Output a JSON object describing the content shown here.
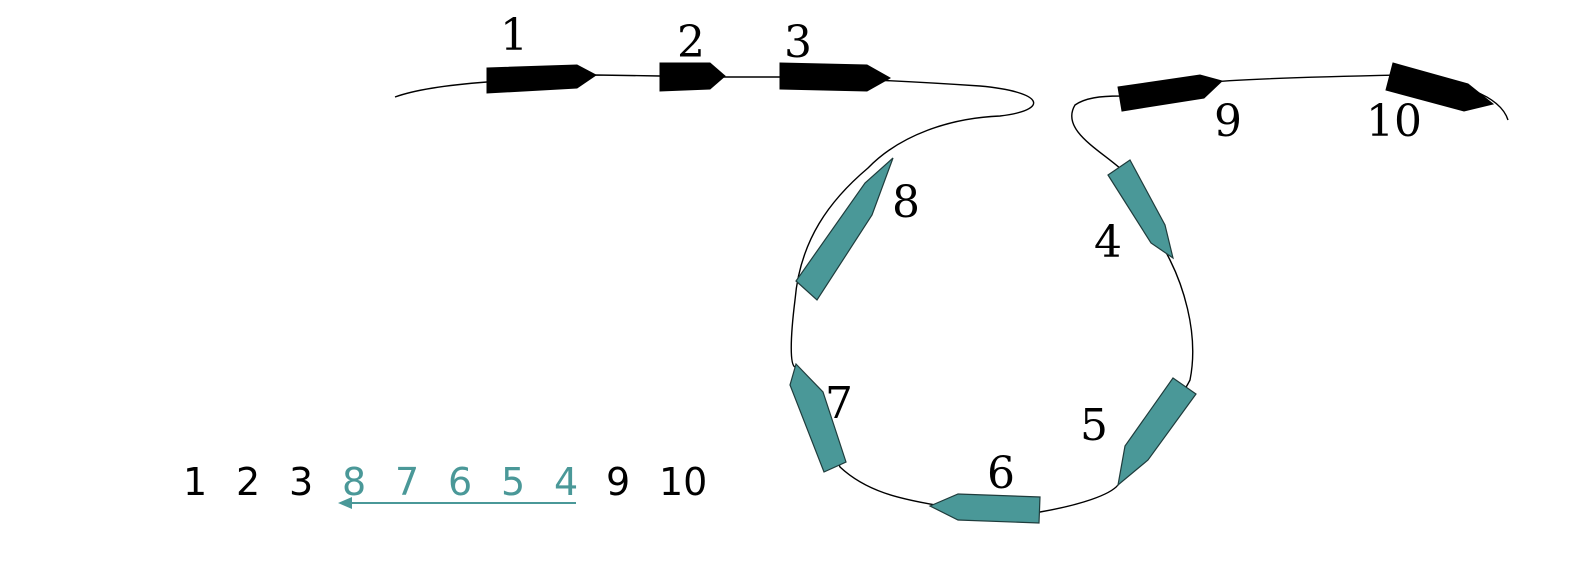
{
  "diagram": {
    "colors": {
      "outer_strand": "#000000",
      "inner_strand": "#4a9898",
      "inner_outline": "#1f3c3c",
      "chain": "#000000"
    },
    "strand_labels": [
      "1",
      "2",
      "3",
      "4",
      "5",
      "6",
      "7",
      "8",
      "9",
      "10"
    ],
    "sequence": {
      "prefix": [
        "1",
        "2",
        "3"
      ],
      "reversed": [
        "8",
        "7",
        "6",
        "5",
        "4"
      ],
      "suffix": [
        "9",
        "10"
      ]
    }
  }
}
